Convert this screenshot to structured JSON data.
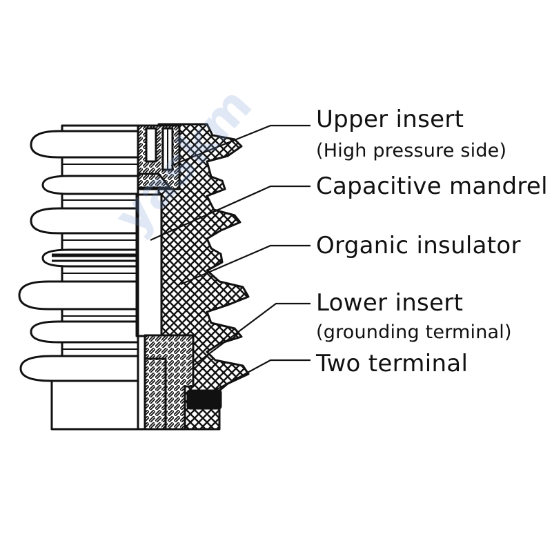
{
  "labels": {
    "upper_insert": "Upper insert",
    "upper_insert_sub": "(High pressure side)",
    "capacitive_mandrel": "Capacitive mandrel",
    "organic_insulator": "Organic insulator",
    "lower_insert": "Lower insert",
    "lower_insert_sub": "(grounding terminal)",
    "two_terminal": "Two terminal"
  },
  "watermark": "yaskm",
  "colors": {
    "line": "#111111",
    "fill": "#ffffff",
    "watermark": "#7896d2"
  }
}
